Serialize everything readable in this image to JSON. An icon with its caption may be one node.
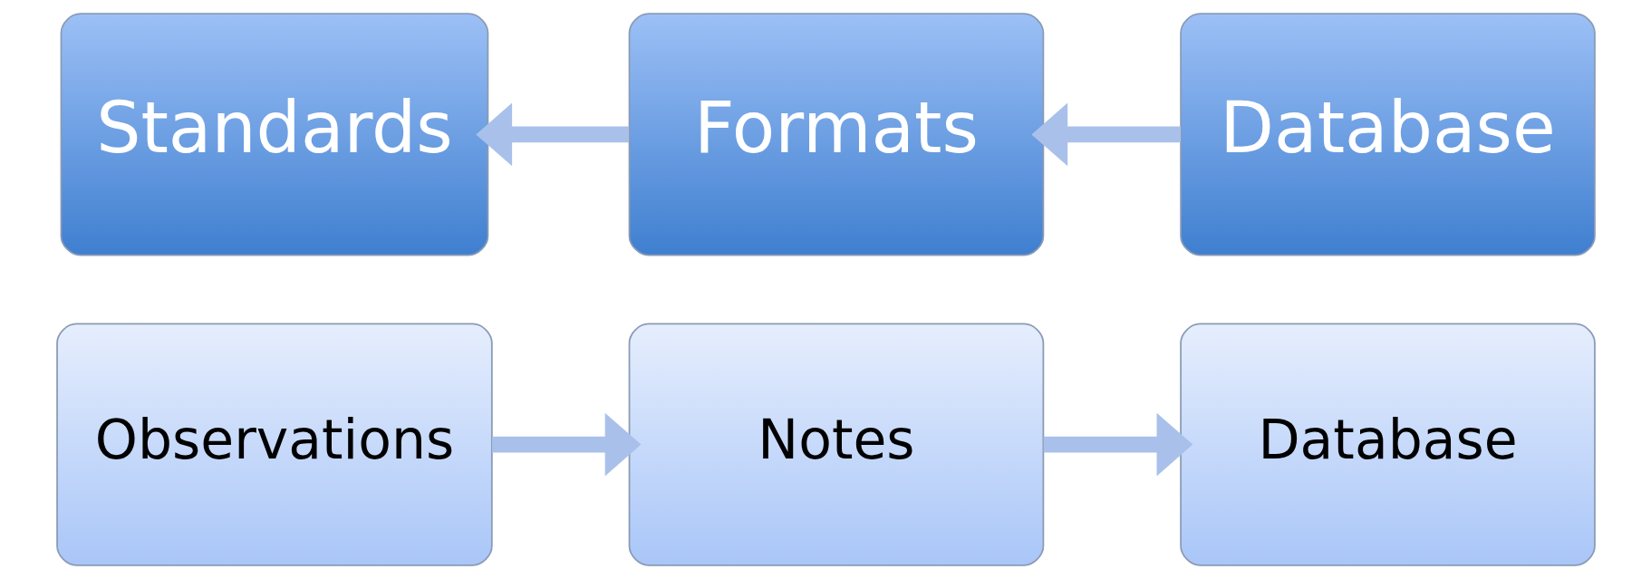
{
  "diagram": {
    "nodes": [
      {
        "text": [
          "Observations"
        ]
      },
      {
        "text": [
          "Notes"
        ]
      },
      {
        "text": [
          "Database"
        ]
      },
      {
        "text": [
          "Standards"
        ]
      },
      {
        "text": [
          "Formats"
        ]
      },
      {
        "text": [
          "Database"
        ]
      }
    ],
    "edges": [
      {
        "from": 0,
        "to": 1,
        "arrow": "to"
      },
      {
        "from": 1,
        "to": 2,
        "arrow": "to"
      },
      {
        "from": 5,
        "to": 4,
        "arrow": "to"
      },
      {
        "from": 4,
        "to": 3,
        "arrow": "to"
      }
    ]
  }
}
